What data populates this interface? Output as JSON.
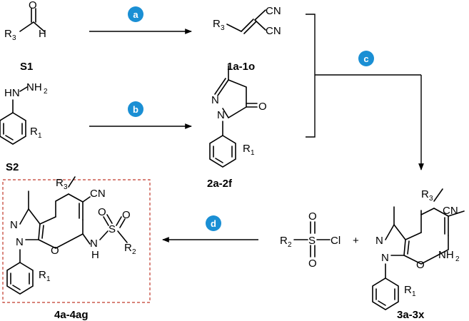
{
  "steps": {
    "a": "a",
    "b": "b",
    "c": "c",
    "d": "d",
    "color": "#1a8fd4"
  },
  "compounds": {
    "s1": "S1",
    "s2": "S2",
    "p1": "1a-1o",
    "p2": "2a-2f",
    "p3": "3a-3x",
    "p4": "4a-4ag"
  },
  "atoms": {
    "O": "O",
    "H": "H",
    "R": "R",
    "CN": "CN",
    "N": "N",
    "HN": "HN",
    "NH": "NH",
    "Cl": "Cl",
    "S": "S",
    "sub1": "1",
    "sub2": "2",
    "sub3": "3",
    "plus": "+"
  },
  "box_color": "#c0392b"
}
